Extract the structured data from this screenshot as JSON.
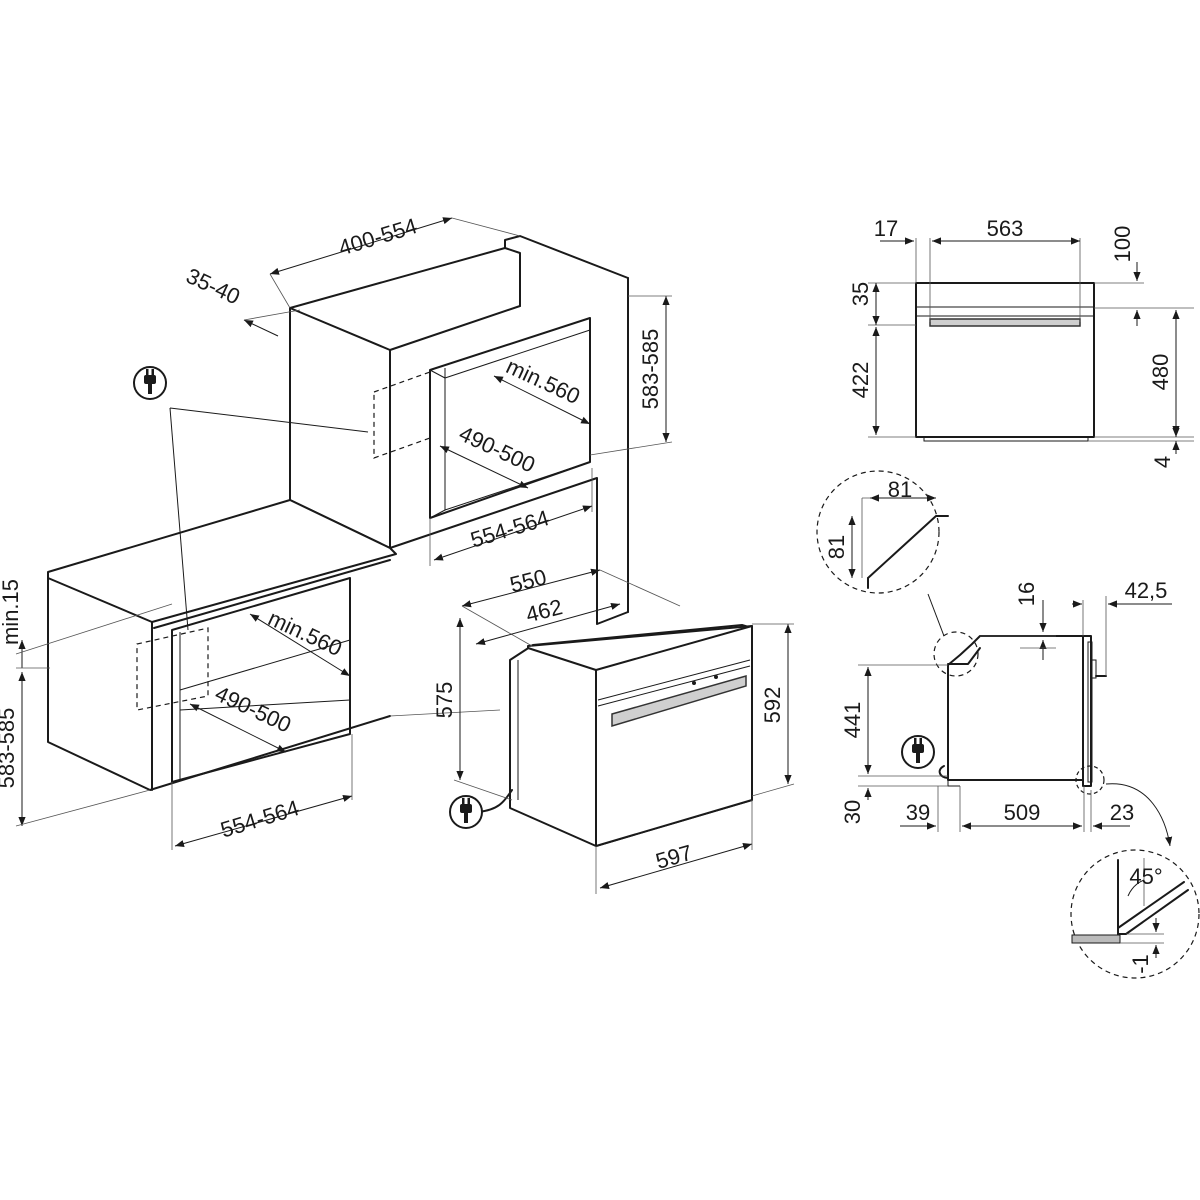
{
  "diagram": {
    "top_cabinet": {
      "width_range": "400-554",
      "depth_gap": "35-40",
      "height": "583-585",
      "min_depth": "min.560",
      "inner_depth": "490-500",
      "opening_width": "554-564"
    },
    "under_counter_cabinet": {
      "min_gap": "min.15",
      "height": "583-585",
      "min_depth": "min.560",
      "inner_depth": "490-500",
      "opening_width": "554-564"
    },
    "oven_3d": {
      "depth_total": "550",
      "depth_body": "462",
      "body_height": "575",
      "front_height": "592",
      "front_width": "597"
    },
    "front_view": {
      "left_offset": "17",
      "inner_width": "563",
      "top_height": "100",
      "panel_height": "35",
      "body_height": "422",
      "total_height": "480",
      "bottom_gap": "4"
    },
    "chamfer_detail": {
      "width": "81",
      "height": "81"
    },
    "side_view": {
      "top_offset": "16",
      "door_depth": "42,5",
      "body_height": "441",
      "base_height": "30",
      "rear_offset": "39",
      "body_depth": "509",
      "front_offset": "23"
    },
    "angle_detail": {
      "angle": "45°",
      "offset": "-1"
    }
  },
  "icons": {
    "plug": "plug-icon"
  }
}
